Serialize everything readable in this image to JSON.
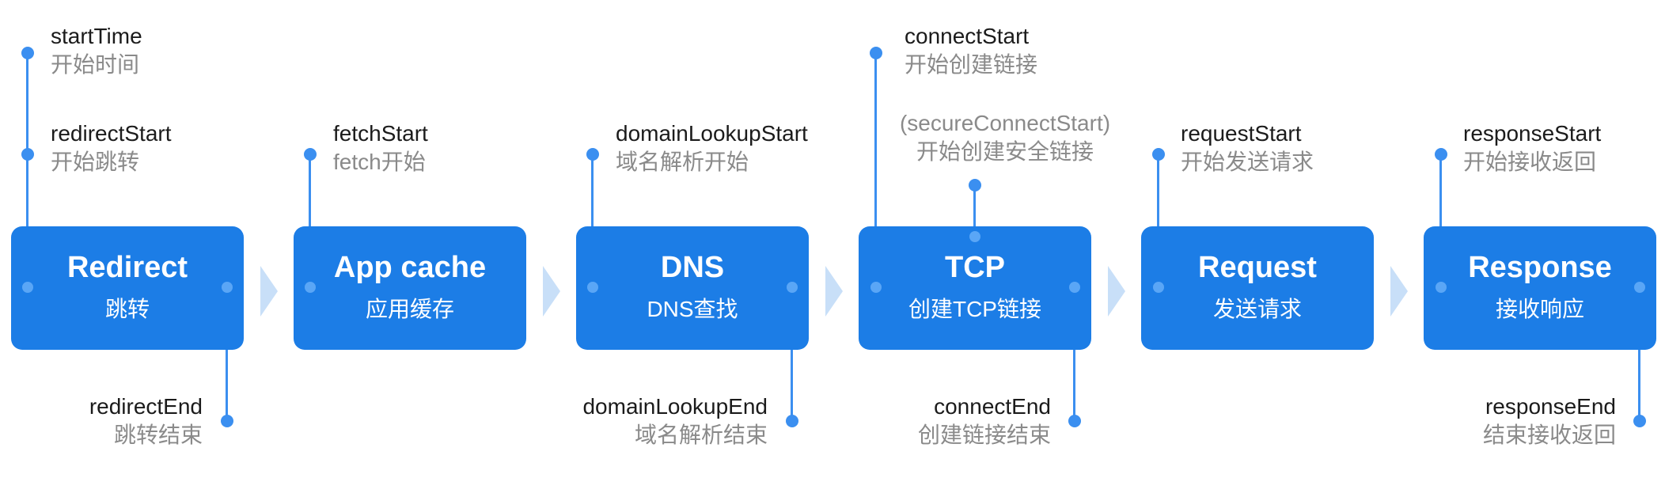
{
  "stages": [
    {
      "title": "Redirect",
      "subtitle": "跳转"
    },
    {
      "title": "App cache",
      "subtitle": "应用缓存"
    },
    {
      "title": "DNS",
      "subtitle": "DNS查找"
    },
    {
      "title": "TCP",
      "subtitle": "创建TCP链接"
    },
    {
      "title": "Request",
      "subtitle": "发送请求"
    },
    {
      "title": "Response",
      "subtitle": "接收响应"
    }
  ],
  "top_events": {
    "startTime": {
      "en": "startTime",
      "zh": "开始时间"
    },
    "redirectStart": {
      "en": "redirectStart",
      "zh": "开始跳转"
    },
    "fetchStart": {
      "en": "fetchStart",
      "zh": "fetch开始"
    },
    "domainLookupStart": {
      "en": "domainLookupStart",
      "zh": "域名解析开始"
    },
    "connectStart": {
      "en": "connectStart",
      "zh": "开始创建链接"
    },
    "secureConnectStart": {
      "en": "(secureConnectStart)",
      "zh": "开始创建安全链接"
    },
    "requestStart": {
      "en": "requestStart",
      "zh": "开始发送请求"
    },
    "responseStart": {
      "en": "responseStart",
      "zh": "开始接收返回"
    }
  },
  "bottom_events": {
    "redirectEnd": {
      "en": "redirectEnd",
      "zh": "跳转结束"
    },
    "domainLookupEnd": {
      "en": "domainLookupEnd",
      "zh": "域名解析结束"
    },
    "connectEnd": {
      "en": "connectEnd",
      "zh": "创建链接结束"
    },
    "responseEnd": {
      "en": "responseEnd",
      "zh": "结束接收返回"
    }
  },
  "colors": {
    "box": "#1c7de6",
    "line": "#3b8ff0",
    "arrow": "#c8dff8",
    "label": "#1b1b1b",
    "sublabel": "#8a8a8a"
  }
}
